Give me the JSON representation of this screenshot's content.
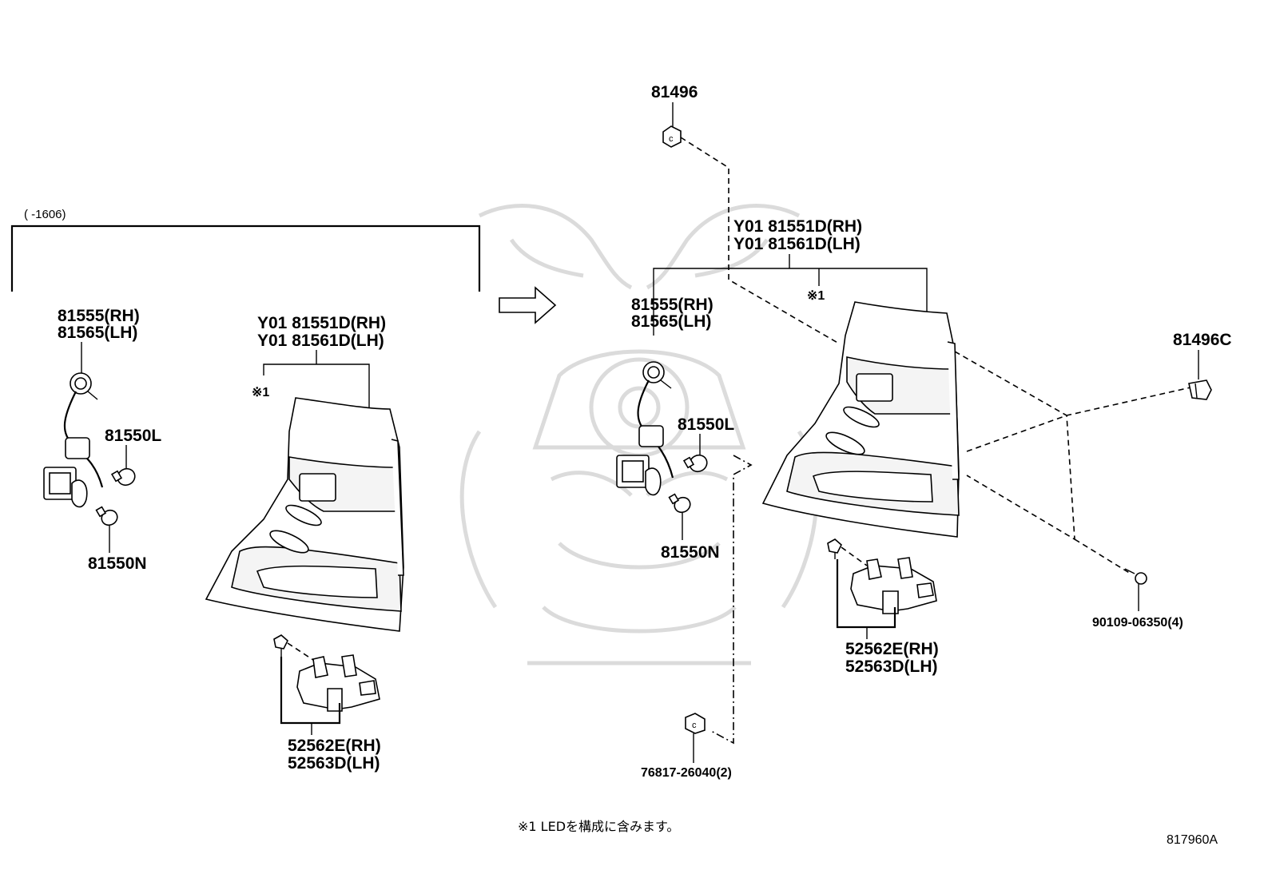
{
  "diagram": {
    "left_group": {
      "range_label": "(      -1606)",
      "socket_labels": [
        "81555(RH)",
        "81565(LH)"
      ],
      "bulb_top_label": "81550L",
      "bulb_bottom_label": "81550N",
      "lamp_labels": [
        "Y01 81551D(RH)",
        "Y01 81561D(LH)"
      ],
      "lamp_note": "※1",
      "bracket_labels": [
        "52562E(RH)",
        "52563D(LH)"
      ]
    },
    "right_group": {
      "clip_top_label": "81496",
      "lamp_labels": [
        "Y01 81551D(RH)",
        "Y01 81561D(LH)"
      ],
      "lamp_note": "※1",
      "socket_labels": [
        "81555(RH)",
        "81565(LH)"
      ],
      "bulb_top_label": "81550L",
      "bulb_bottom_label": "81550N",
      "clip_right_label": "81496C",
      "screw_label": "90109-06350(4)",
      "bracket_labels": [
        "52562E(RH)",
        "52563D(LH)"
      ],
      "nut_label": "76817-26040(2)"
    },
    "footnote": "※1  LEDを構成に含みます。",
    "diagram_code": "817960A"
  },
  "icons": {
    "arrow": "right-arrow-icon",
    "watermark": "samurai-helmet-watermark"
  }
}
